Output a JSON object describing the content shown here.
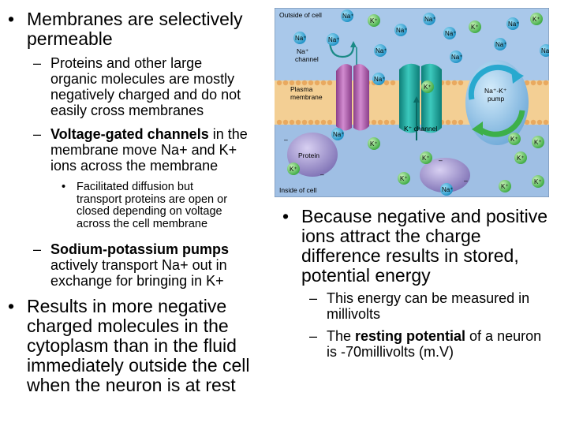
{
  "left": {
    "b1": {
      "line1": "Membranes are selectively",
      "line2": "permeable"
    },
    "s1": {
      "l1": "Proteins and other large",
      "l2": "organic molecules are mostly",
      "l3": "negatively charged and do not",
      "l4": "easily cross membranes"
    },
    "s2": {
      "bold": "Voltage-gated channels",
      "l1rest": " in the",
      "l2": "membrane move Na+ and K+",
      "l3": "ions across the membrane"
    },
    "t1": {
      "l1": "Facilitated diffusion but",
      "l2": "transport proteins are open or",
      "l3": "closed depending on voltage",
      "l4": "across the cell membrane"
    },
    "s3": {
      "bold": "Sodium-potassium pumps",
      "l2": "actively transport Na+ out in",
      "l3": "exchange for bringing in K+"
    },
    "b2": {
      "l1": "Results in more negative",
      "l2": "charged molecules in the",
      "l3": "cytoplasm than in the fluid",
      "l4": "immediately outside the cell",
      "l5": "when the neuron is at rest"
    }
  },
  "right": {
    "b1": {
      "l1": "Because negative and positive",
      "l2": "ions attract the charge",
      "l3": "difference results in stored,",
      "l4": "potential energy"
    },
    "s1": {
      "l1": "This energy can be measured in",
      "l2": "millivolts"
    },
    "s2": {
      "pre": "The ",
      "bold": "resting potential",
      "post": " of a neuron",
      "l2": "is -70millivolts (m.V)"
    }
  },
  "diagram": {
    "outside_label": "Outside of cell",
    "inside_label": "Inside of cell",
    "na_channel_l1": "Na⁺",
    "na_channel_l2": "channel",
    "plasma_l1": "Plasma",
    "plasma_l2": "membrane",
    "k_channel": "K⁺ channel",
    "pump_l1": "Na⁺-K⁺",
    "pump_l2": "pump",
    "protein": "Protein",
    "na": "Na⁺",
    "k": "K⁺",
    "neg": "–",
    "colors": {
      "outside_bg": "#a9c8ea",
      "inside_bg": "#9fbfe4",
      "membrane": "#f3cf94",
      "na_ion": "#2aa7d8",
      "k_ion": "#58c25a",
      "na_channel": "#b05aa8",
      "k_channel": "#19a59a",
      "pump": "#8fc1e6",
      "protein": "#9386c4"
    }
  },
  "bullets": {
    "round": "•",
    "dash": "–"
  }
}
